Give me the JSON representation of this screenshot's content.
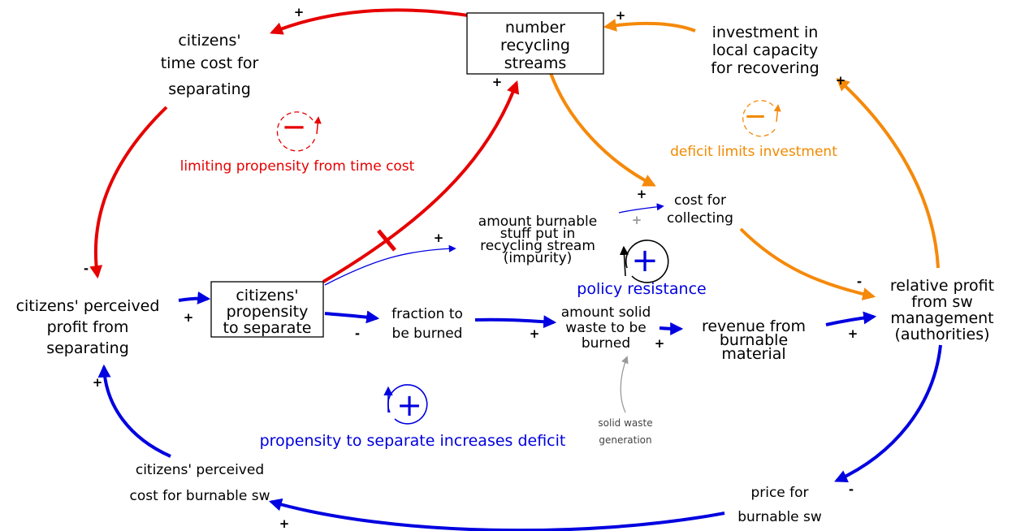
{
  "colors": {
    "red": "#e60000",
    "orange": "#f5890a",
    "blue": "#0000e0",
    "gray": "#9a9a9a",
    "black": "#000000"
  },
  "variables": {
    "time_cost": [
      "citizens'",
      "time cost for",
      "separating"
    ],
    "num_streams": [
      "number",
      "recycling",
      "streams"
    ],
    "investment": [
      "investment in",
      "local capacity",
      "for recovering"
    ],
    "cost_collecting": [
      "cost for",
      "collecting"
    ],
    "amount_burnable": [
      "amount burnable",
      "stuff put in",
      "recycling stream",
      "(impurity)"
    ],
    "perceived_profit": [
      "citizens' perceived",
      "profit from",
      "separating"
    ],
    "propensity": [
      "citizens'",
      "propensity",
      "to separate"
    ],
    "fraction_burned": [
      "fraction to",
      "be burned"
    ],
    "amount_solid": [
      "amount solid",
      "waste to be",
      "burned"
    ],
    "revenue": [
      "revenue from",
      "burnable",
      "material"
    ],
    "relative_profit": [
      "relative profit",
      "from sw",
      "management",
      "(authorities)"
    ],
    "solid_waste_gen": [
      "solid waste",
      "generation"
    ],
    "perceived_cost": [
      "citizens' perceived",
      "cost for burnable sw"
    ],
    "price": [
      "price for",
      "burnable sw"
    ]
  },
  "loops": {
    "limiting": {
      "label": "limiting propensity from time cost",
      "symbol": "—"
    },
    "deficit": {
      "label": "deficit limits investment",
      "symbol": "—"
    },
    "policy": {
      "label": "policy resistance",
      "symbol": "+"
    },
    "propensity_deficit": {
      "label": "propensity to separate increases deficit",
      "symbol": "+"
    }
  },
  "polarities": {
    "p1": "+",
    "p2": "+",
    "p3": "+",
    "p4": "+",
    "p5": "+",
    "p6": "-",
    "p7": "+",
    "p8": "+",
    "p9": "-",
    "p10": "+",
    "p11": "+",
    "p12": "+",
    "p13": "-",
    "p14": "+",
    "p15": "+",
    "p16": "+",
    "p17": "-",
    "p18": "+"
  }
}
